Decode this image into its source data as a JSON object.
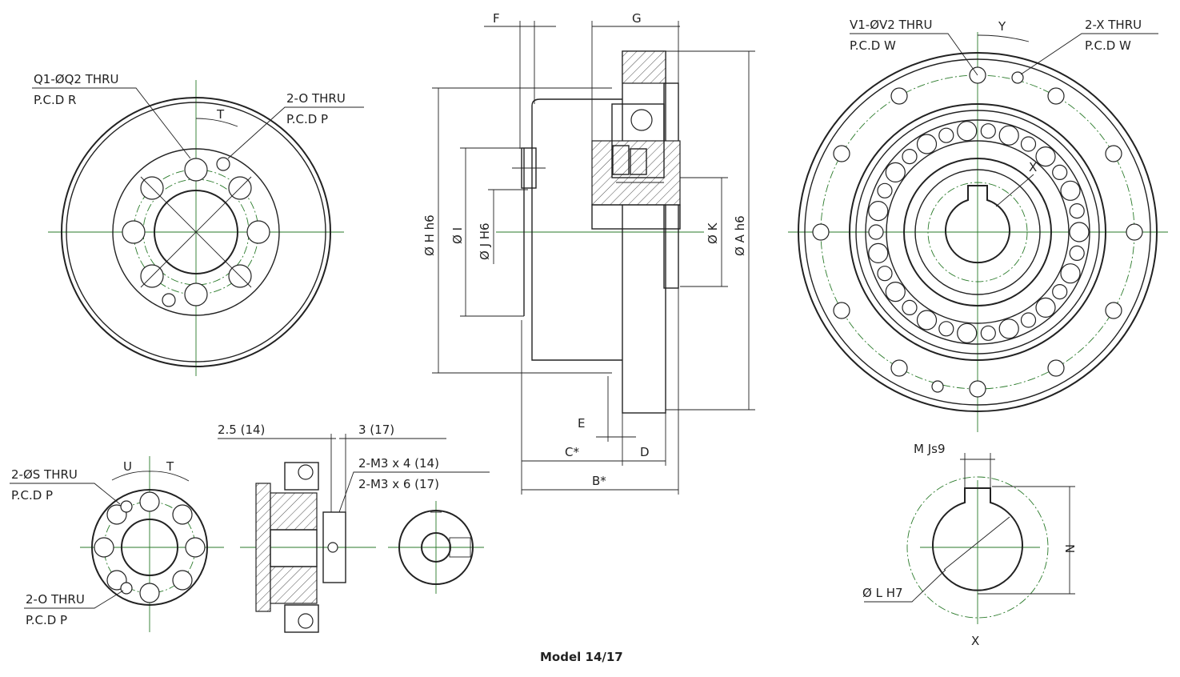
{
  "title": "Model 14/17",
  "left_view": {
    "callout_q": [
      "Q1-ØQ2 THRU",
      "P.C.D R"
    ],
    "callout_o": [
      "2-O THRU",
      "P.C.D P"
    ],
    "angle_label": "T"
  },
  "section_view": {
    "top_dims": [
      "F",
      "G"
    ],
    "vertical_dims": [
      "Ø H h6",
      "Ø I",
      "Ø J H6",
      "Ø K",
      "Ø A h6"
    ],
    "bottom_dims": [
      "E",
      "C*",
      "D",
      "B*"
    ]
  },
  "right_view": {
    "callout_v": [
      "V1-ØV2 THRU",
      "P.C.D W"
    ],
    "callout_x": [
      "2-X THRU",
      "P.C.D W"
    ],
    "angle_label": "Y",
    "x_label": "X"
  },
  "small_front": {
    "callout_s": [
      "2-ØS THRU",
      "P.C.D P"
    ],
    "callout_o": [
      "2-O THRU",
      "P.C.D P"
    ],
    "angle_u": "U",
    "angle_t": "T"
  },
  "small_section": {
    "dim_left": "2.5 (14)",
    "dim_right": "3 (17)",
    "screw_1": "2-M3 x 4 (14)",
    "screw_2": "2-M3 x 6 (17)"
  },
  "keyway_view": {
    "width_label": "M Js9",
    "depth_label": "N",
    "bore_label": "Ø L H7",
    "axis_label": "X"
  }
}
